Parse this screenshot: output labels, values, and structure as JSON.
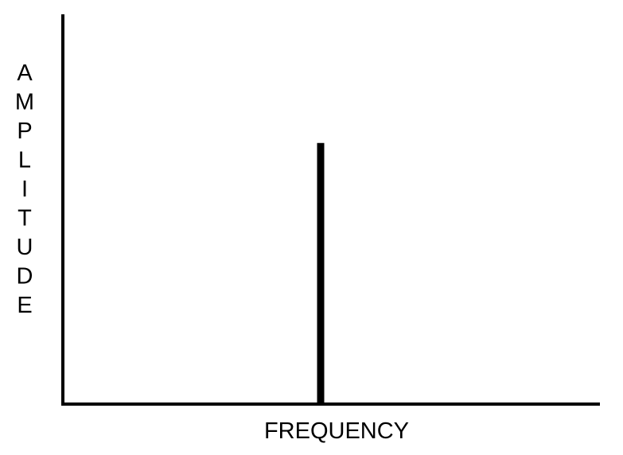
{
  "chart_data": {
    "type": "bar",
    "title": "",
    "xlabel": "FREQUENCY",
    "ylabel": "AMPLITUDE",
    "grid": false,
    "legend": "none",
    "xlim": [
      0,
      1
    ],
    "ylim": [
      0,
      1
    ],
    "series": [
      {
        "x": [
          0.48
        ],
        "values": [
          0.67
        ]
      }
    ],
    "colors": {
      "line": "#000000",
      "background": "#ffffff"
    }
  }
}
